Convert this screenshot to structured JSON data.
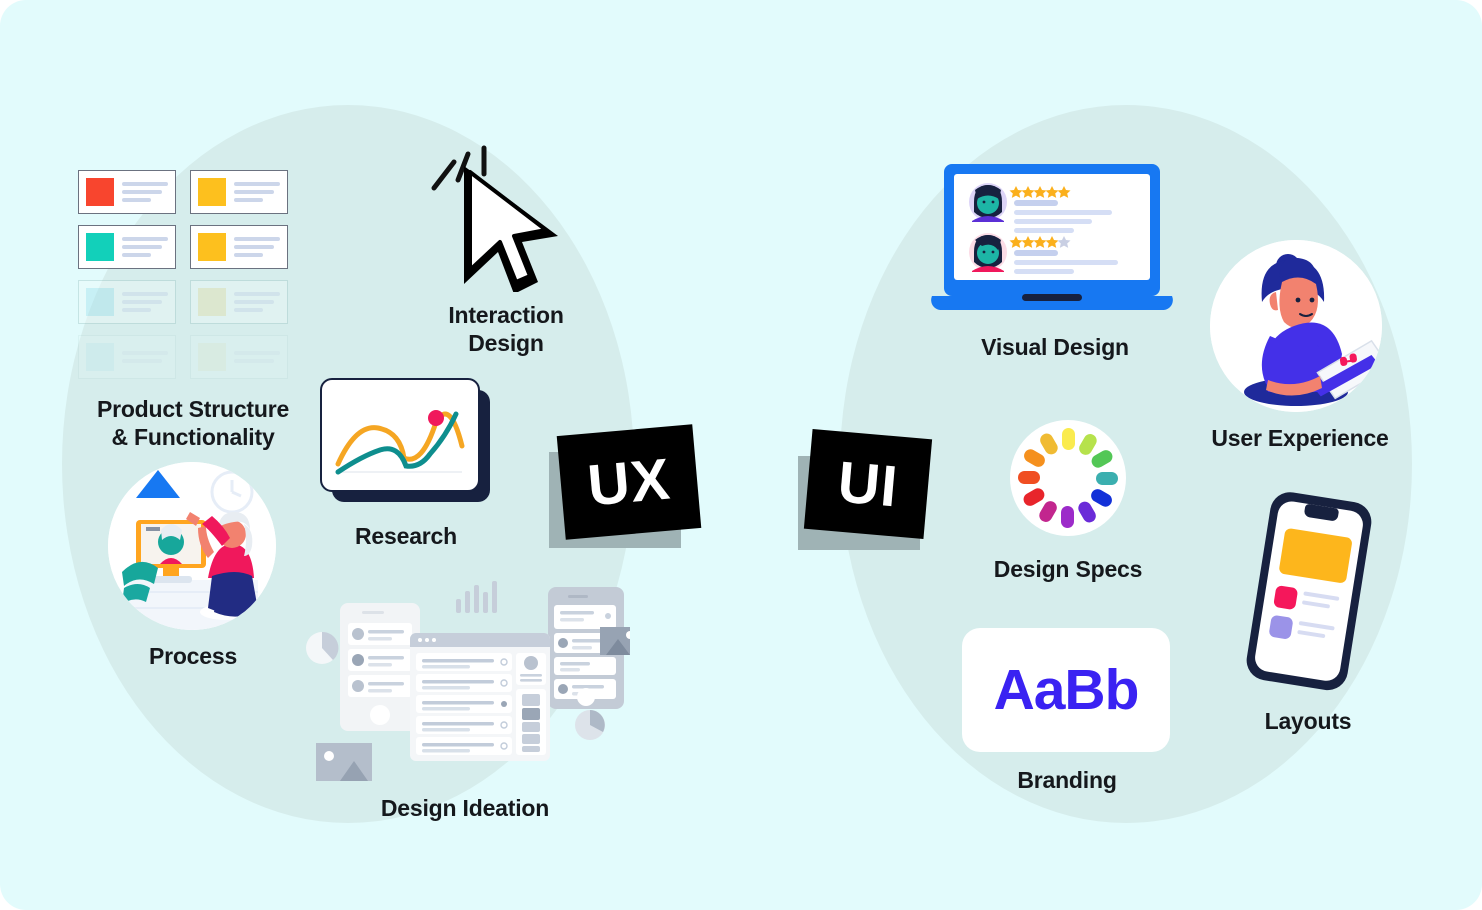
{
  "background": {
    "page_color": "#E2FBFC",
    "blob_color": "#D6EDEC"
  },
  "badges": {
    "ux": {
      "text": "UX",
      "bg": "#000000",
      "fg": "#FFFFFF",
      "shadow": "#9FB3B5"
    },
    "ui": {
      "text": "UI",
      "bg": "#000000",
      "fg": "#FFFFFF",
      "shadow": "#9FB3B5"
    }
  },
  "ux_group": {
    "product_structure": {
      "label": "Product Structure\n& Functionality",
      "cards": [
        {
          "swatch": "#F8452E",
          "state": "solid"
        },
        {
          "swatch": "#FDC01E",
          "state": "solid"
        },
        {
          "swatch": "#12D0BA",
          "state": "solid"
        },
        {
          "swatch": "#FDC01E",
          "state": "solid"
        },
        {
          "swatch": "#A4E2EC",
          "state": "faded"
        },
        {
          "swatch": "#E6E0A8",
          "state": "faded"
        },
        {
          "swatch": "#A4E2EC",
          "state": "ghost"
        },
        {
          "swatch": "#E6E0A8",
          "state": "ghost"
        }
      ]
    },
    "interaction_design": {
      "label": "Interaction\nDesign",
      "icon": "cursor-arrow-3d-icon",
      "spark_count": 3
    },
    "research": {
      "label": "Research",
      "icon": "line-chart-card-icon",
      "curve_colors": {
        "primary": "#F5A623",
        "secondary": "#0E8E8E",
        "point": "#F0185C"
      },
      "shadow_color": "#17213F"
    },
    "process": {
      "label": "Process",
      "icon": "person-at-monitor-illustration",
      "colors": {
        "monitor_frame": "#FFA51F",
        "shirt": "#F0185C",
        "pants": "#222C83",
        "teal": "#1AA8A0",
        "blue": "#1778F2"
      }
    },
    "design_ideation": {
      "label": "Design Ideation",
      "icon": "wireframe-mockups-illustration",
      "rows": 6
    }
  },
  "ui_group": {
    "visual_design": {
      "label": "Visual Design",
      "icon": "laptop-reviews-icon",
      "laptop_color": "#1778F2",
      "reviews": [
        {
          "stars_filled": 5,
          "stars_total": 5,
          "avatar_bg": "#DCD4F7"
        },
        {
          "stars_filled": 4,
          "stars_total": 5,
          "avatar_bg": "#FBDCE6"
        }
      ],
      "star_color": "#FBB01C",
      "star_empty_color": "#C9CFE3"
    },
    "user_experience": {
      "label": "User Experience",
      "icon": "woman-with-laptop-illustration",
      "colors": {
        "hair": "#1F2A9B",
        "sweater": "#4430E8",
        "skin": "#F2826F"
      }
    },
    "design_specs": {
      "label": "Design Specs",
      "icon": "color-wheel-icon",
      "segments": [
        "#FAEB4E",
        "#B6E24C",
        "#53C756",
        "#3BAFAF",
        "#1331D8",
        "#6A2BD8",
        "#9C2BC9",
        "#C2268E",
        "#E8252B",
        "#F04E22",
        "#F5901E",
        "#F0BB33"
      ]
    },
    "branding": {
      "label": "Branding",
      "sample_text": "AaBb",
      "text_color": "#3A22F2"
    },
    "layouts": {
      "label": "Layouts",
      "icon": "smartphone-layout-icon",
      "colors": {
        "frame": "#17213F",
        "hero": "#FDB61C",
        "thumb1": "#F5175B",
        "thumb2": "#9B93E8"
      }
    }
  }
}
